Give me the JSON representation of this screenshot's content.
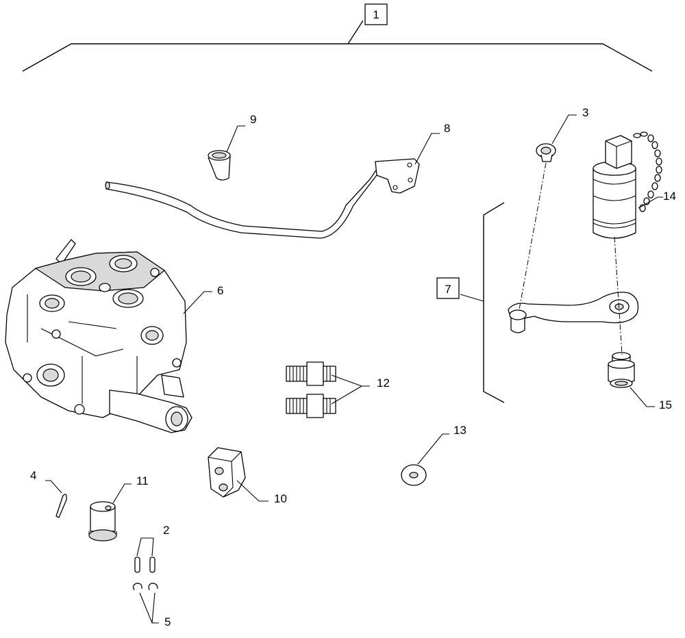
{
  "callouts": {
    "c1": "1",
    "c2": "2",
    "c3": "3",
    "c4": "4",
    "c5": "5",
    "c6": "6",
    "c7": "7",
    "c8": "8",
    "c9": "9",
    "c10": "10",
    "c11": "11",
    "c12": "12",
    "c13": "13",
    "c14": "14",
    "c15": "15"
  },
  "boxed_callouts": [
    "1",
    "7"
  ],
  "colors": {
    "line": "#000000",
    "shade": "#d9d9d9",
    "background": "#ffffff"
  }
}
